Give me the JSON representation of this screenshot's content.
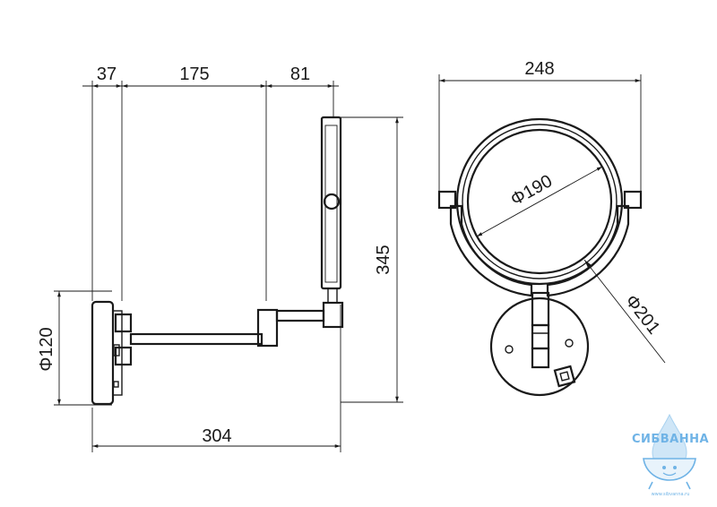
{
  "side_view": {
    "dim_wall": "37",
    "dim_arm": "175",
    "dim_head": "81",
    "dim_height": "345",
    "dim_plate": "Φ120",
    "dim_total": "304"
  },
  "front_view": {
    "dim_width": "248",
    "dim_inner": "Φ190",
    "dim_outer": "Φ201"
  },
  "logo": {
    "name": "СИБВАННА",
    "url": "www.sibvanna.ru"
  },
  "colors": {
    "line": "#1a1a1a",
    "logo": "#6fb3e6"
  }
}
